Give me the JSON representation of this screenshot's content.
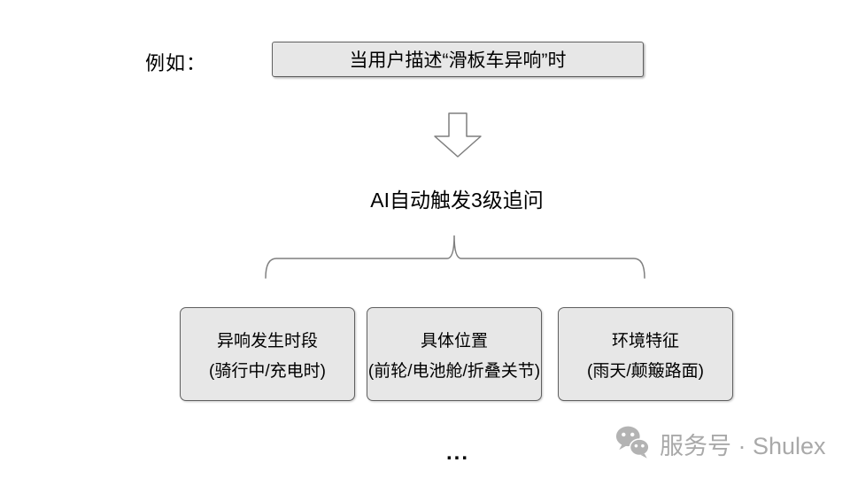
{
  "example_label": "例如：",
  "trigger_box": {
    "text": "当用户描述“滑板车异响”时"
  },
  "ai_heading": "AI自动触发3级追问",
  "questions": [
    {
      "title": "异响发生时段",
      "subtitle": "(骑行中/充电时)"
    },
    {
      "title": "具体位置",
      "subtitle": "(前轮/电池舱/折叠关节)"
    },
    {
      "title": "环境特征",
      "subtitle": "(雨天/颠簸路面)"
    }
  ],
  "ellipsis": "...",
  "watermark": {
    "icon": "wechat-icon",
    "text": "服务号 · Shulex"
  },
  "colors": {
    "box_fill": "#e7e7e7",
    "box_border": "#606060",
    "connector": "#7f7f7f",
    "watermark": "#a9a9a9",
    "text": "#000000",
    "background": "#ffffff"
  }
}
